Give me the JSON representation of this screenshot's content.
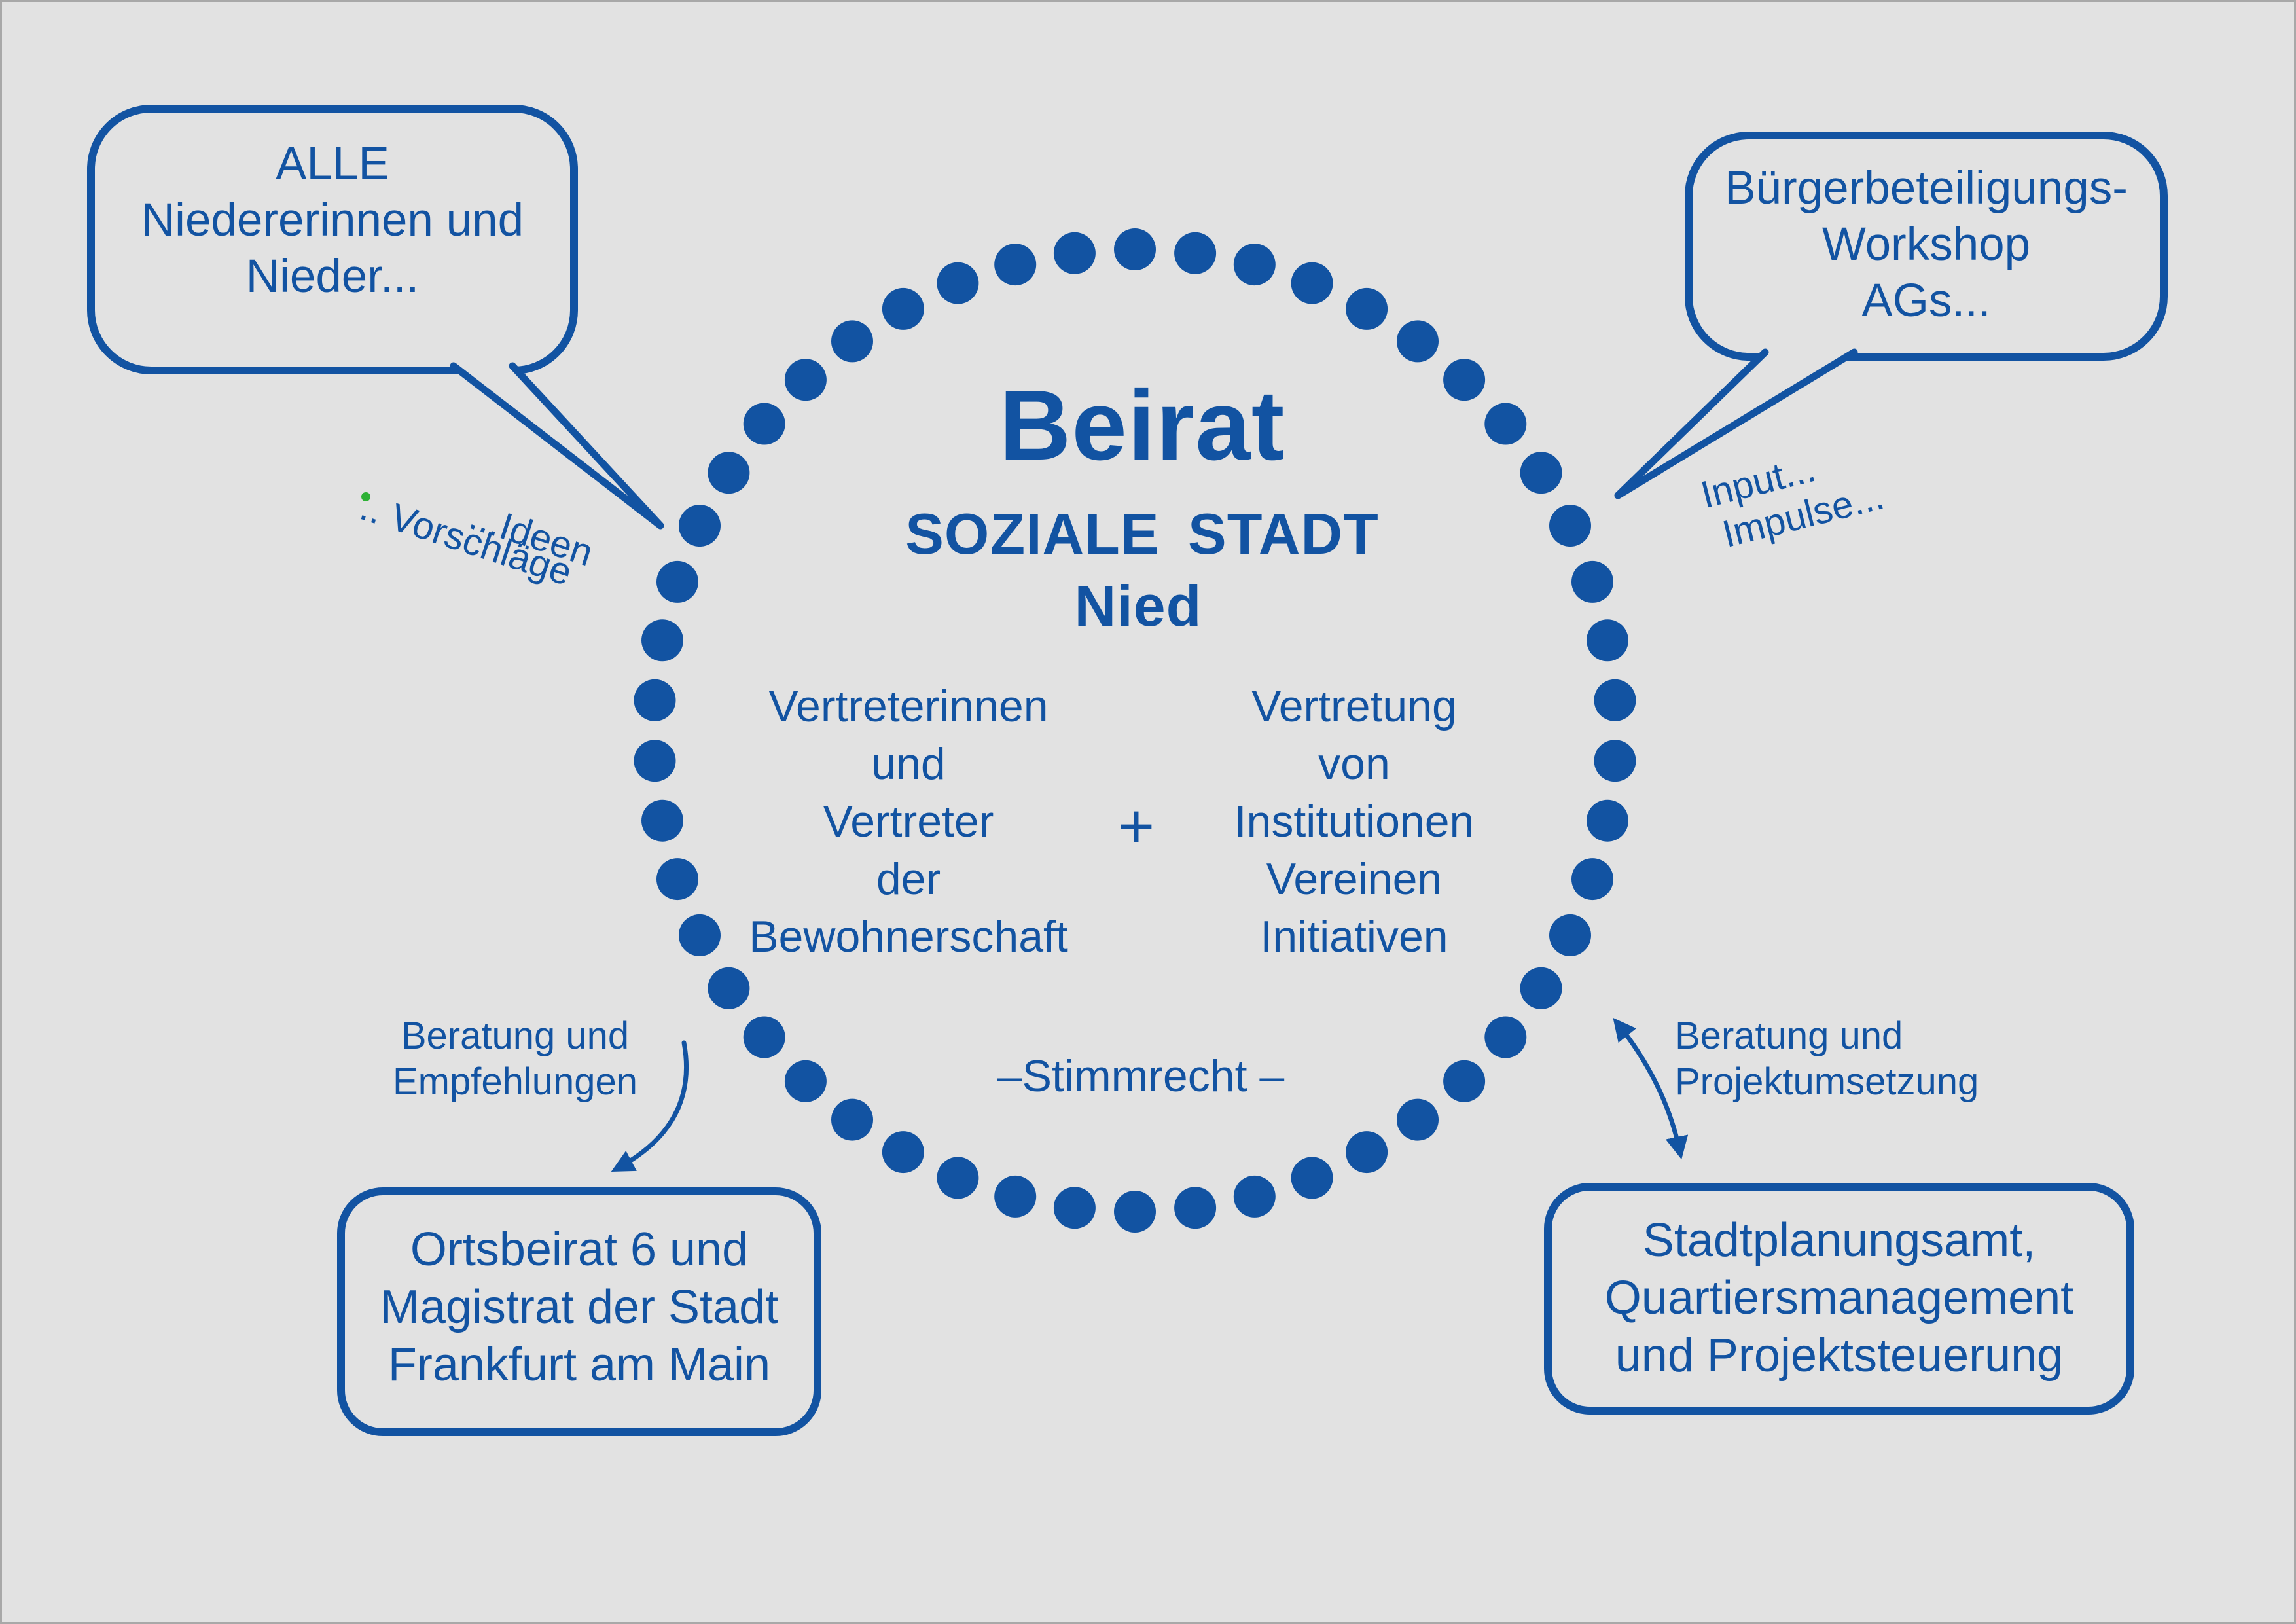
{
  "colors": {
    "accent": "#1253a2",
    "background": "#e2e2e2",
    "green": "#2eb135"
  },
  "center_circle": {
    "title": "Beirat",
    "subtitle_line1": "SOZIALE STADT",
    "subtitle_line2": "Nied",
    "left_group": {
      "lines": [
        "Vertreterinnen",
        "und",
        "Vertreter",
        "der",
        "Bewohnerschaft"
      ]
    },
    "plus_sign": "+",
    "right_group": {
      "lines": [
        "Vertretung",
        "von",
        "Institutionen",
        "Vereinen",
        "Initiativen"
      ]
    },
    "voting_note": "–Stimmrecht –"
  },
  "speech_bubbles": {
    "top_left": {
      "lines": [
        "ALLE",
        "Niedererinnen und",
        "Nieder..."
      ]
    },
    "top_right": {
      "lines": [
        "Bürgerbeteiligungs-",
        "Workshop",
        "AGs..."
      ]
    }
  },
  "boxes": {
    "bottom_left": {
      "lines": [
        "Ortsbeirat 6 und",
        "Magistrat der Stadt",
        "Frankfurt am Main"
      ]
    },
    "bottom_right": {
      "lines": [
        "Stadtplanungsamt,",
        "Quartiersmanagement",
        "und Projektsteuerung"
      ]
    }
  },
  "annotations": {
    "ideen": "...Ideen",
    "vorschlaege": ".. Vorschläge",
    "input": "Input...",
    "impulse": "Impulse...",
    "left_arrow_label": {
      "lines": [
        "Beratung und",
        "Empfehlungen"
      ]
    },
    "right_arrow_label": {
      "lines": [
        "Beratung und",
        "Projektumsetzung"
      ]
    }
  }
}
